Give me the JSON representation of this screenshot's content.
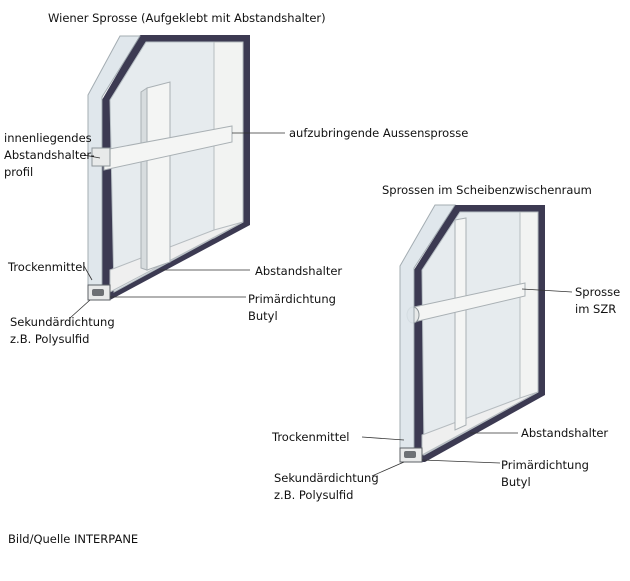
{
  "diagram1": {
    "title": "Wiener Sprosse (Aufgeklebt mit Abstandshalter)",
    "labels": {
      "inner_spacer": [
        "innenliegendes",
        "Abstandshalter-",
        "profil"
      ],
      "outer_bar": "aufzubringende Aussensprosse",
      "desiccant": "Trockenmittel",
      "spacer": "Abstandshalter",
      "primary_seal": [
        "Primärdichtung",
        "Butyl"
      ],
      "secondary_seal": [
        "Sekundärdichtung",
        "z.B. Polysulfid"
      ]
    }
  },
  "diagram2": {
    "title": "Sprossen im Scheibenzwischenraum",
    "labels": {
      "bar_in_cavity": [
        "Sprosse",
        "im SZR"
      ],
      "desiccant": "Trockenmittel",
      "spacer": "Abstandshalter",
      "primary_seal": [
        "Primärdichtung",
        "Butyl"
      ],
      "secondary_seal": [
        "Sekundärdichtung",
        "z.B. Polysulfid"
      ]
    }
  },
  "credit": "Bild/Quelle INTERPANE",
  "colors": {
    "frame_dark": "#3c3a52",
    "glass": "#e9eef1",
    "bar": "#eef0ee",
    "edge": "#9aa2a8"
  }
}
